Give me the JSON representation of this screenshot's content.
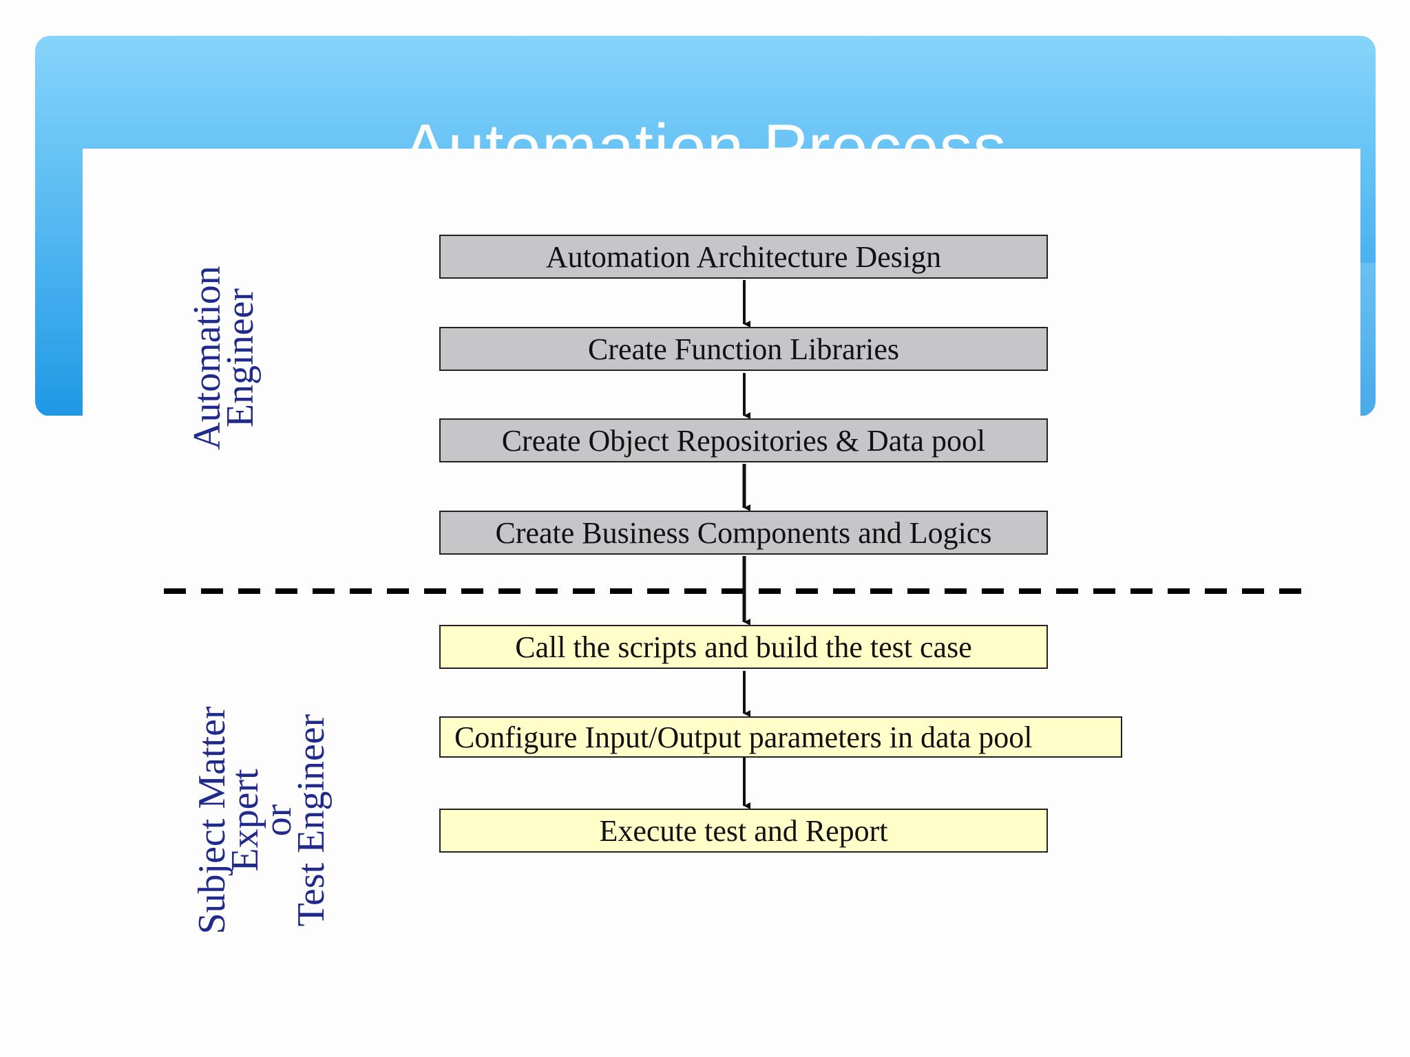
{
  "slide": {
    "title": "Automation Process"
  },
  "roles": {
    "automation": {
      "line1": "Automation",
      "line2": "Engineer"
    },
    "sme": {
      "line1": "Subject Matter",
      "line2": "Expert",
      "line3": "or",
      "line4": "Test Engineer"
    }
  },
  "steps": [
    {
      "label": "Automation Architecture Design",
      "fill": "#c6c6c8"
    },
    {
      "label": "Create Function Libraries",
      "fill": "#c6c6c8"
    },
    {
      "label": "Create Object Repositories & Data pool",
      "fill": "#c6c6c8"
    },
    {
      "label": "Create Business Components and Logics",
      "fill": "#c6c6c8"
    },
    {
      "label": "Call the scripts and build the test case",
      "fill": "#fffdc8"
    },
    {
      "label": "Configure Input/Output parameters in data pool",
      "fill": "#fffdc8"
    },
    {
      "label": "Execute test and Report",
      "fill": "#fffdc8"
    }
  ],
  "colors": {
    "header_gradient_top": "#86d4fb",
    "header_gradient_bottom": "#2098e4",
    "role_text": "#1f2a8c",
    "divider": "#000000"
  }
}
